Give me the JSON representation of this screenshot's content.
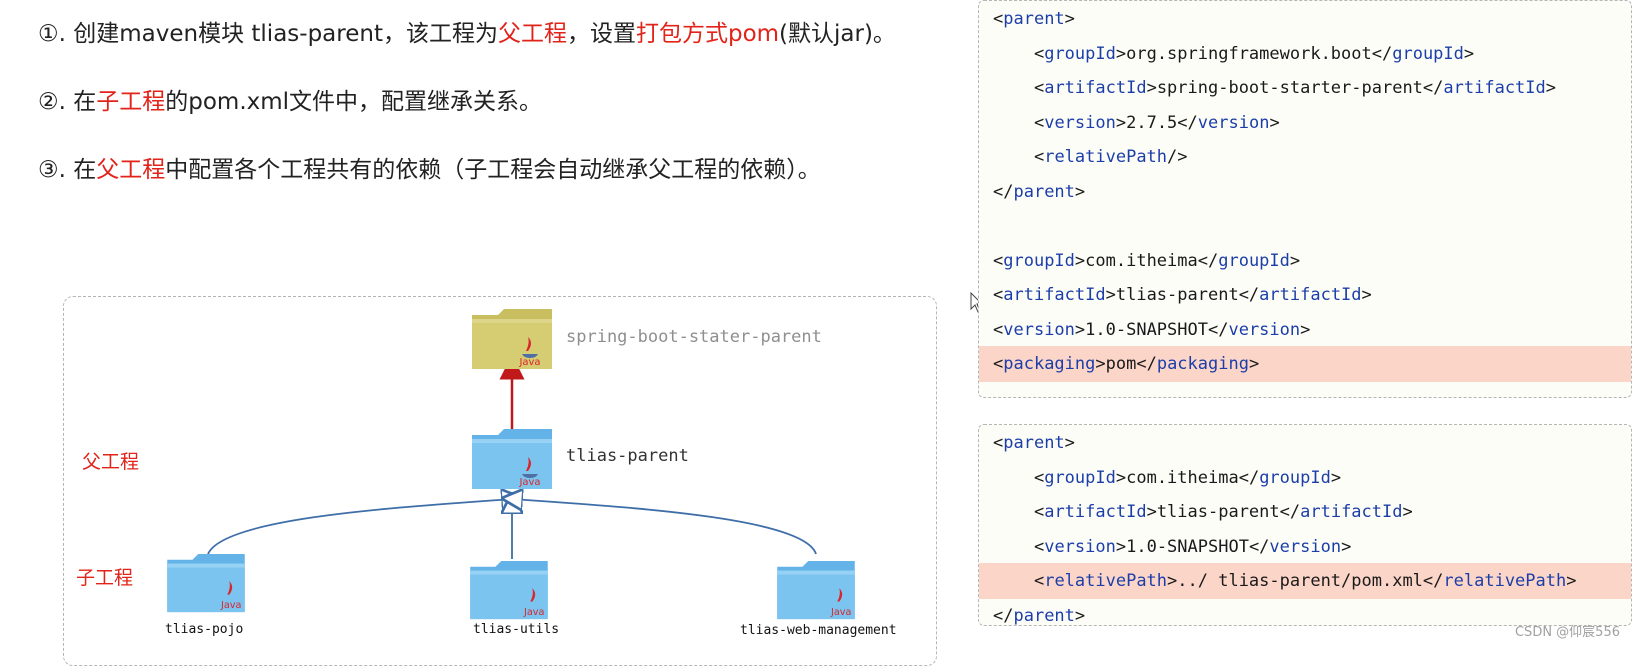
{
  "steps": [
    {
      "num": "①.",
      "parts": [
        {
          "t": " 创建maven模块 tlias-parent，该工程为",
          "red": false
        },
        {
          "t": "父工程",
          "red": true
        },
        {
          "t": "，设置",
          "red": false
        },
        {
          "t": "打包方式pom",
          "red": true
        },
        {
          "t": "(默认jar)。",
          "red": false
        }
      ]
    },
    {
      "num": "②.",
      "parts": [
        {
          "t": " 在",
          "red": false
        },
        {
          "t": "子工程",
          "red": true
        },
        {
          "t": "的pom.xml文件中，配置继承关系。",
          "red": false
        }
      ]
    },
    {
      "num": "③.",
      "parts": [
        {
          "t": " 在",
          "red": false
        },
        {
          "t": "父工程",
          "red": true
        },
        {
          "t": "中配置各个工程共有的依赖（子工程会自动继承父工程的依赖）。",
          "red": false
        }
      ]
    }
  ],
  "diagram": {
    "root": {
      "label": "spring-boot-stater-parent",
      "icon": "java-folder-olive-icon"
    },
    "parent": {
      "label": "tlias-parent",
      "icon": "java-folder-blue-icon"
    },
    "children": [
      {
        "label": "tlias-pojo"
      },
      {
        "label": "tlias-utils"
      },
      {
        "label": "tlias-web-management"
      }
    ],
    "role_parent": "父工程",
    "role_child": "子工程",
    "folder_badge": "Java",
    "colors": {
      "parent_arrow": "#c0181b",
      "child_arrow": "#3e6ea8",
      "folder_blue": "#7cc4f0",
      "folder_olive": "#cfc56b"
    }
  },
  "code1": {
    "lines": [
      {
        "t": "<parent>",
        "hl": false
      },
      {
        "t": "    <groupId>org.springframework.boot</groupId>",
        "hl": false
      },
      {
        "t": "    <artifactId>spring-boot-starter-parent</artifactId>",
        "hl": false
      },
      {
        "t": "    <version>2.7.5</version>",
        "hl": false
      },
      {
        "t": "    <relativePath/>",
        "hl": false
      },
      {
        "t": "</parent>",
        "hl": false
      },
      {
        "t": "",
        "hl": false
      },
      {
        "t": "<groupId>com.itheima</groupId>",
        "hl": false
      },
      {
        "t": "<artifactId>tlias-parent</artifactId>",
        "hl": false
      },
      {
        "t": "<version>1.0-SNAPSHOT</version>",
        "hl": false
      },
      {
        "t": "<packaging>pom</packaging>",
        "hl": true
      }
    ]
  },
  "code2": {
    "lines": [
      {
        "t": "<parent>",
        "hl": false
      },
      {
        "t": "    <groupId>com.itheima</groupId>",
        "hl": false
      },
      {
        "t": "    <artifactId>tlias-parent</artifactId>",
        "hl": false
      },
      {
        "t": "    <version>1.0-SNAPSHOT</version>",
        "hl": false
      },
      {
        "t": "    <relativePath>../ tlias-parent/pom.xml</relativePath>",
        "hl": true
      },
      {
        "t": "</parent>",
        "hl": false
      }
    ]
  },
  "watermark": "CSDN @仰宸556"
}
